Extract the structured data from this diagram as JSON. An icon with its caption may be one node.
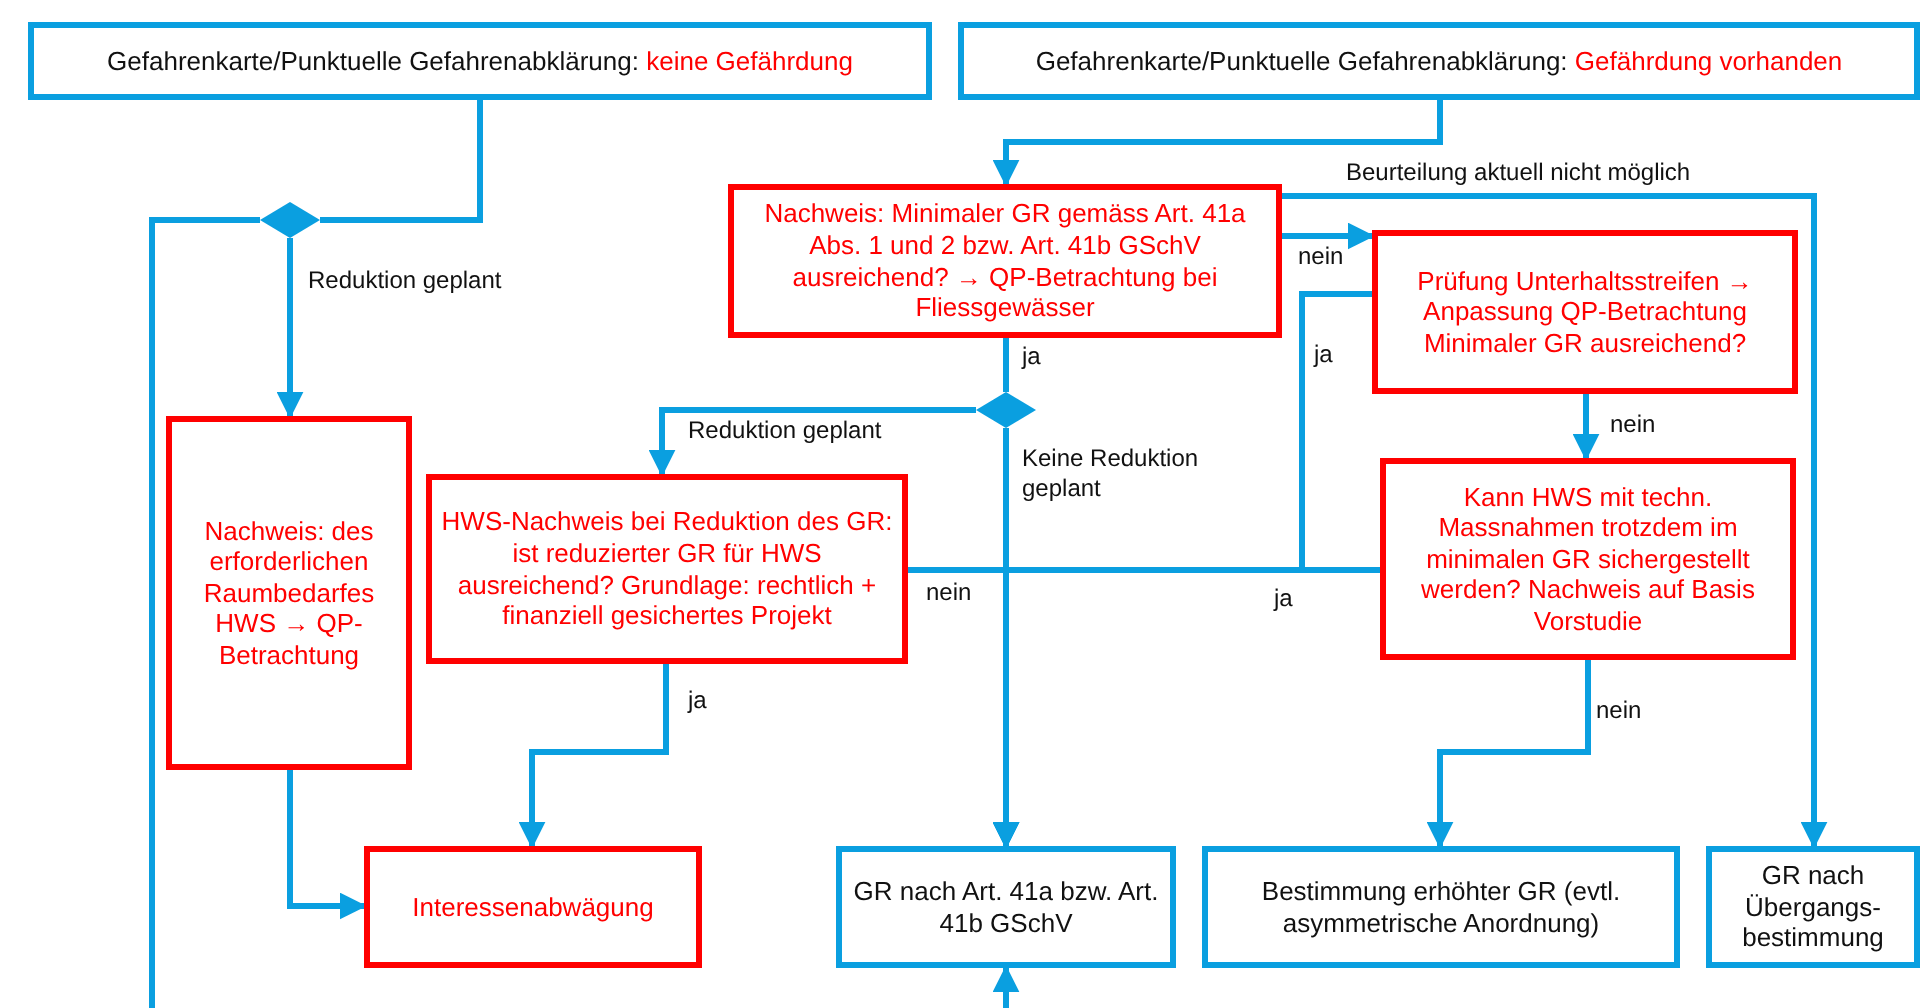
{
  "diagram": {
    "nodes": [
      {
        "text": [
          "Gefahrenkarte/Punktuelle Gefahrenabklärung:",
          "keine Gefährdung"
        ]
      },
      {
        "text": [
          "Gefahrenkarte/Punktuelle Gefahrenabklärung:",
          "Gefährdung vorhanden"
        ]
      },
      {
        "text": [],
        "shape": "diamond"
      },
      {
        "text": [
          "Nachweis: Minimaler GR gemäss Art. 41a Abs. 1 und 2 bzw. Art. 41b GSchV ausreichend? → QP-Betrachtung bei Fliessgewässer"
        ]
      },
      {
        "text": [],
        "shape": "diamond"
      },
      {
        "text": [
          "Nachweis: des erforderlichen Raumbedarfes HWS → QP-Betrachtung"
        ]
      },
      {
        "text": [
          "HWS-Nachweis bei Reduktion des GR: ist reduzierter GR für HWS ausreichend? Grundlage: rechtlich + finanziell gesichertes Projekt"
        ]
      },
      {
        "text": [
          "Prüfung Unterhaltsstreifen → Anpassung QP-Betrachtung Minimaler GR ausreichend?"
        ]
      },
      {
        "text": [
          "Kann HWS mit techn. Massnahmen trotzdem im minimalen GR sichergestellt werden? Nachweis auf Basis Vorstudie"
        ]
      },
      {
        "text": [
          "Interessenabwägung"
        ]
      },
      {
        "text": [
          "GR nach Art. 41a bzw. Art. 41b GSchV"
        ]
      },
      {
        "text": [
          "Bestimmung erhöhter GR (evtl. asymmetrische Anordnung)"
        ]
      },
      {
        "text": [
          "GR nach Übergangs-bestimmung"
        ]
      }
    ],
    "edges": [
      {
        "from": 0,
        "to": 2,
        "arrow": "none"
      },
      {
        "from": 2,
        "to": 5,
        "arrow": "to",
        "label": "Reduktion geplant"
      },
      {
        "from": 2,
        "to": null,
        "arrow": "none"
      },
      {
        "from": 1,
        "to": 3,
        "arrow": "to"
      },
      {
        "from": 3,
        "to": 4,
        "arrow": "none",
        "label": "ja"
      },
      {
        "from": 4,
        "to": 6,
        "arrow": "to",
        "label": "Reduktion geplant"
      },
      {
        "from": 4,
        "to": 10,
        "arrow": "to",
        "label": "Keine Reduktion geplant"
      },
      {
        "from": 3,
        "to": 7,
        "arrow": "to",
        "label": "nein"
      },
      {
        "from": 3,
        "to": 12,
        "arrow": "to",
        "label": "Beurteilung aktuell nicht möglich"
      },
      {
        "from": 7,
        "to": 8,
        "arrow": "to",
        "label": "nein"
      },
      {
        "from": 7,
        "to": 10,
        "arrow": "to",
        "label": "ja"
      },
      {
        "from": 8,
        "to": 10,
        "arrow": "to",
        "label": "ja"
      },
      {
        "from": 6,
        "to": 10,
        "arrow": "to",
        "label": "nein"
      },
      {
        "from": 6,
        "to": 9,
        "arrow": "to",
        "label": "ja"
      },
      {
        "from": 5,
        "to": 9,
        "arrow": "to"
      },
      {
        "from": 8,
        "to": 11,
        "arrow": "to",
        "label": "nein"
      },
      {
        "from": null,
        "to": 10,
        "arrow": "to"
      }
    ]
  }
}
